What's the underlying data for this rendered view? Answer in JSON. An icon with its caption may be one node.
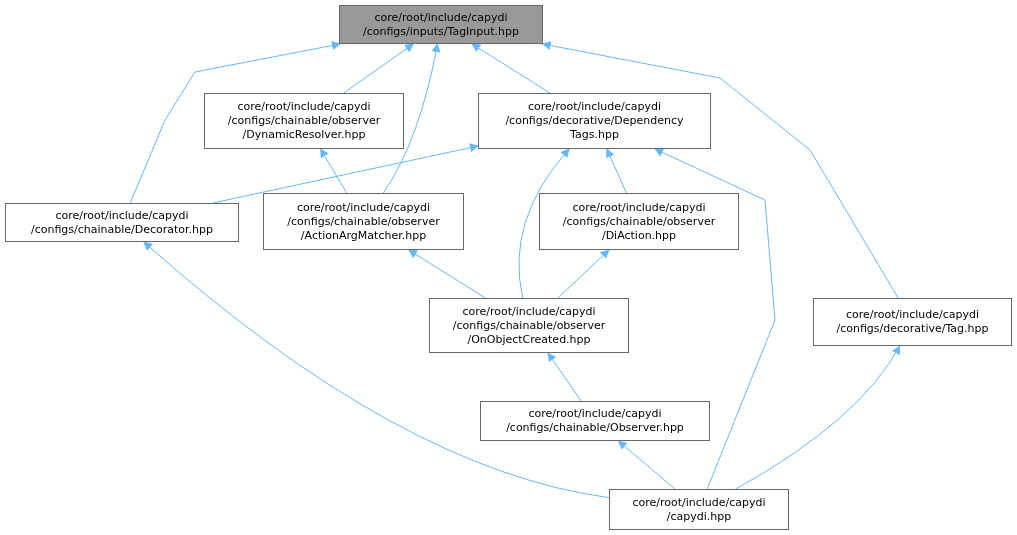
{
  "diagram": {
    "nodes": [
      {
        "text": [
          "core/root/include/capydi /configs/inputs/TagInput.hpp"
        ]
      },
      {
        "text": [
          "core/root/include/capydi /configs/chainable/observer /DynamicResolver.hpp"
        ]
      },
      {
        "text": [
          "core/root/include/capydi /configs/decorative/Dependency Tags.hpp"
        ]
      },
      {
        "text": [
          "core/root/include/capydi /configs/chainable/Decorator.hpp"
        ]
      },
      {
        "text": [
          "core/root/include/capydi /configs/chainable/observer /ActionArgMatcher.hpp"
        ]
      },
      {
        "text": [
          "core/root/include/capydi /configs/chainable/observer /DiAction.hpp"
        ]
      },
      {
        "text": [
          "core/root/include/capydi /configs/chainable/observer /OnObjectCreated.hpp"
        ]
      },
      {
        "text": [
          "core/root/include/capydi /configs/decorative/Tag.hpp"
        ]
      },
      {
        "text": [
          "core/root/include/capydi /configs/chainable/Observer.hpp"
        ]
      },
      {
        "text": [
          "core/root/include/capydi /capydi.hpp"
        ]
      }
    ],
    "edges": [
      {
        "from": 3,
        "to": 0,
        "arrow": "to"
      },
      {
        "from": 1,
        "to": 0,
        "arrow": "to"
      },
      {
        "from": 4,
        "to": 0,
        "arrow": "to"
      },
      {
        "from": 2,
        "to": 0,
        "arrow": "to"
      },
      {
        "from": 7,
        "to": 0,
        "arrow": "to"
      },
      {
        "from": 4,
        "to": 1,
        "arrow": "to"
      },
      {
        "from": 3,
        "to": 2,
        "arrow": "to"
      },
      {
        "from": 6,
        "to": 2,
        "arrow": "to"
      },
      {
        "from": 5,
        "to": 2,
        "arrow": "to"
      },
      {
        "from": 9,
        "to": 2,
        "arrow": "to"
      },
      {
        "from": 6,
        "to": 4,
        "arrow": "to"
      },
      {
        "from": 6,
        "to": 5,
        "arrow": "to"
      },
      {
        "from": 8,
        "to": 6,
        "arrow": "to"
      },
      {
        "from": 9,
        "to": 3,
        "arrow": "to"
      },
      {
        "from": 9,
        "to": 8,
        "arrow": "to"
      },
      {
        "from": 9,
        "to": 7,
        "arrow": "to"
      }
    ]
  }
}
